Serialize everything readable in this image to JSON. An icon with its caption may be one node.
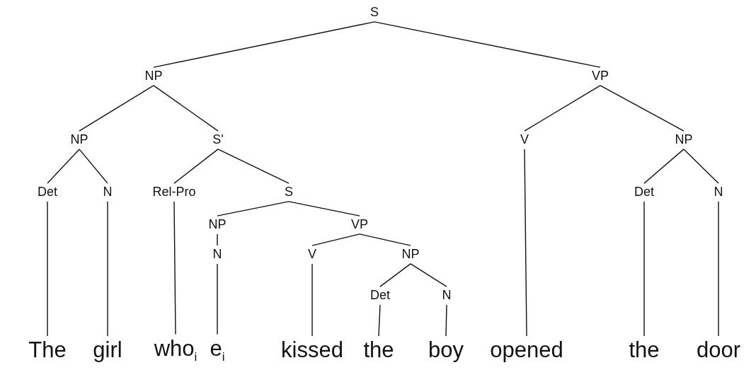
{
  "diagram": {
    "nodes": [
      {
        "text": [
          "S"
        ]
      },
      {
        "text": [
          "NP"
        ]
      },
      {
        "text": [
          "VP"
        ]
      },
      {
        "text": [
          "NP"
        ]
      },
      {
        "text": [
          "S'"
        ]
      },
      {
        "text": [
          "V"
        ]
      },
      {
        "text": [
          "NP"
        ]
      },
      {
        "text": [
          "Det"
        ]
      },
      {
        "text": [
          "N"
        ]
      },
      {
        "text": [
          "Rel-Pro"
        ]
      },
      {
        "text": [
          "S"
        ]
      },
      {
        "text": [
          "Det"
        ]
      },
      {
        "text": [
          "N"
        ]
      },
      {
        "text": [
          "NP"
        ]
      },
      {
        "text": [
          "VP"
        ]
      },
      {
        "text": [
          "N"
        ]
      },
      {
        "text": [
          "V"
        ]
      },
      {
        "text": [
          "NP"
        ]
      },
      {
        "text": [
          "Det"
        ]
      },
      {
        "text": [
          "N"
        ]
      },
      {
        "text": [
          "The"
        ]
      },
      {
        "text": [
          "girl"
        ]
      },
      {
        "text": [
          "who$_{i}$"
        ]
      },
      {
        "text": [
          "e$_{i}$"
        ]
      },
      {
        "text": [
          "kissed"
        ]
      },
      {
        "text": [
          "the"
        ]
      },
      {
        "text": [
          "boy"
        ]
      },
      {
        "text": [
          "opened"
        ]
      },
      {
        "text": [
          "the"
        ]
      },
      {
        "text": [
          "door"
        ]
      }
    ],
    "edges": [
      {
        "from": 0,
        "to": 1,
        "arrow": "none"
      },
      {
        "from": 0,
        "to": 2,
        "arrow": "none"
      },
      {
        "from": 1,
        "to": 3,
        "arrow": "none"
      },
      {
        "from": 1,
        "to": 4,
        "arrow": "none"
      },
      {
        "from": 2,
        "to": 5,
        "arrow": "none"
      },
      {
        "from": 2,
        "to": 6,
        "arrow": "none"
      },
      {
        "from": 3,
        "to": 7,
        "arrow": "none"
      },
      {
        "from": 3,
        "to": 8,
        "arrow": "none"
      },
      {
        "from": 4,
        "to": 9,
        "arrow": "none"
      },
      {
        "from": 4,
        "to": 10,
        "arrow": "none"
      },
      {
        "from": 6,
        "to": 11,
        "arrow": "none"
      },
      {
        "from": 6,
        "to": 12,
        "arrow": "none"
      },
      {
        "from": 10,
        "to": 13,
        "arrow": "none"
      },
      {
        "from": 10,
        "to": 14,
        "arrow": "none"
      },
      {
        "from": 13,
        "to": 15,
        "arrow": "none"
      },
      {
        "from": 14,
        "to": 16,
        "arrow": "none"
      },
      {
        "from": 14,
        "to": 17,
        "arrow": "none"
      },
      {
        "from": 17,
        "to": 18,
        "arrow": "none"
      },
      {
        "from": 17,
        "to": 19,
        "arrow": "none"
      },
      {
        "from": 7,
        "to": 20,
        "arrow": "none"
      },
      {
        "from": 8,
        "to": 21,
        "arrow": "none"
      },
      {
        "from": 9,
        "to": 22,
        "arrow": "none"
      },
      {
        "from": 15,
        "to": 23,
        "arrow": "none"
      },
      {
        "from": 16,
        "to": 24,
        "arrow": "none"
      },
      {
        "from": 18,
        "to": 25,
        "arrow": "none"
      },
      {
        "from": 19,
        "to": 26,
        "arrow": "none"
      },
      {
        "from": 5,
        "to": 27,
        "arrow": "none"
      },
      {
        "from": 11,
        "to": 28,
        "arrow": "none"
      },
      {
        "from": 12,
        "to": 29,
        "arrow": "none"
      }
    ]
  }
}
